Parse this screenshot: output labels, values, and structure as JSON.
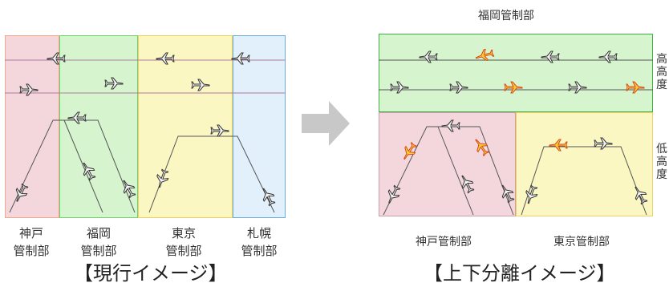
{
  "left": {
    "regions": [
      {
        "line1": "神戸",
        "line2": "管制部",
        "fill": "#f4d7dc",
        "border": "#f2a98a"
      },
      {
        "line1": "福岡",
        "line2": "管制部",
        "fill": "#d6f5cf",
        "border": "#6fd36f"
      },
      {
        "line1": "東京",
        "line2": "管制部",
        "fill": "#fbf7c2",
        "border": "#f0d060"
      },
      {
        "line1": "札幌",
        "line2": "管制部",
        "fill": "#e1f0fa",
        "border": "#6aaee0"
      }
    ],
    "caption": "【現行イメージ】"
  },
  "right": {
    "top_label": "福岡管制部",
    "kobe_label": "神戸管制部",
    "tokyo_label": "東京管制部",
    "high_label": "高高度",
    "low_label": "低高度",
    "caption": "【上下分離イメージ】",
    "colors": {
      "upper": "#d6f5cf",
      "kobe": "#f4d7dc",
      "tokyo": "#fbf7c2"
    }
  },
  "arrow_color": "#c8c8c8"
}
